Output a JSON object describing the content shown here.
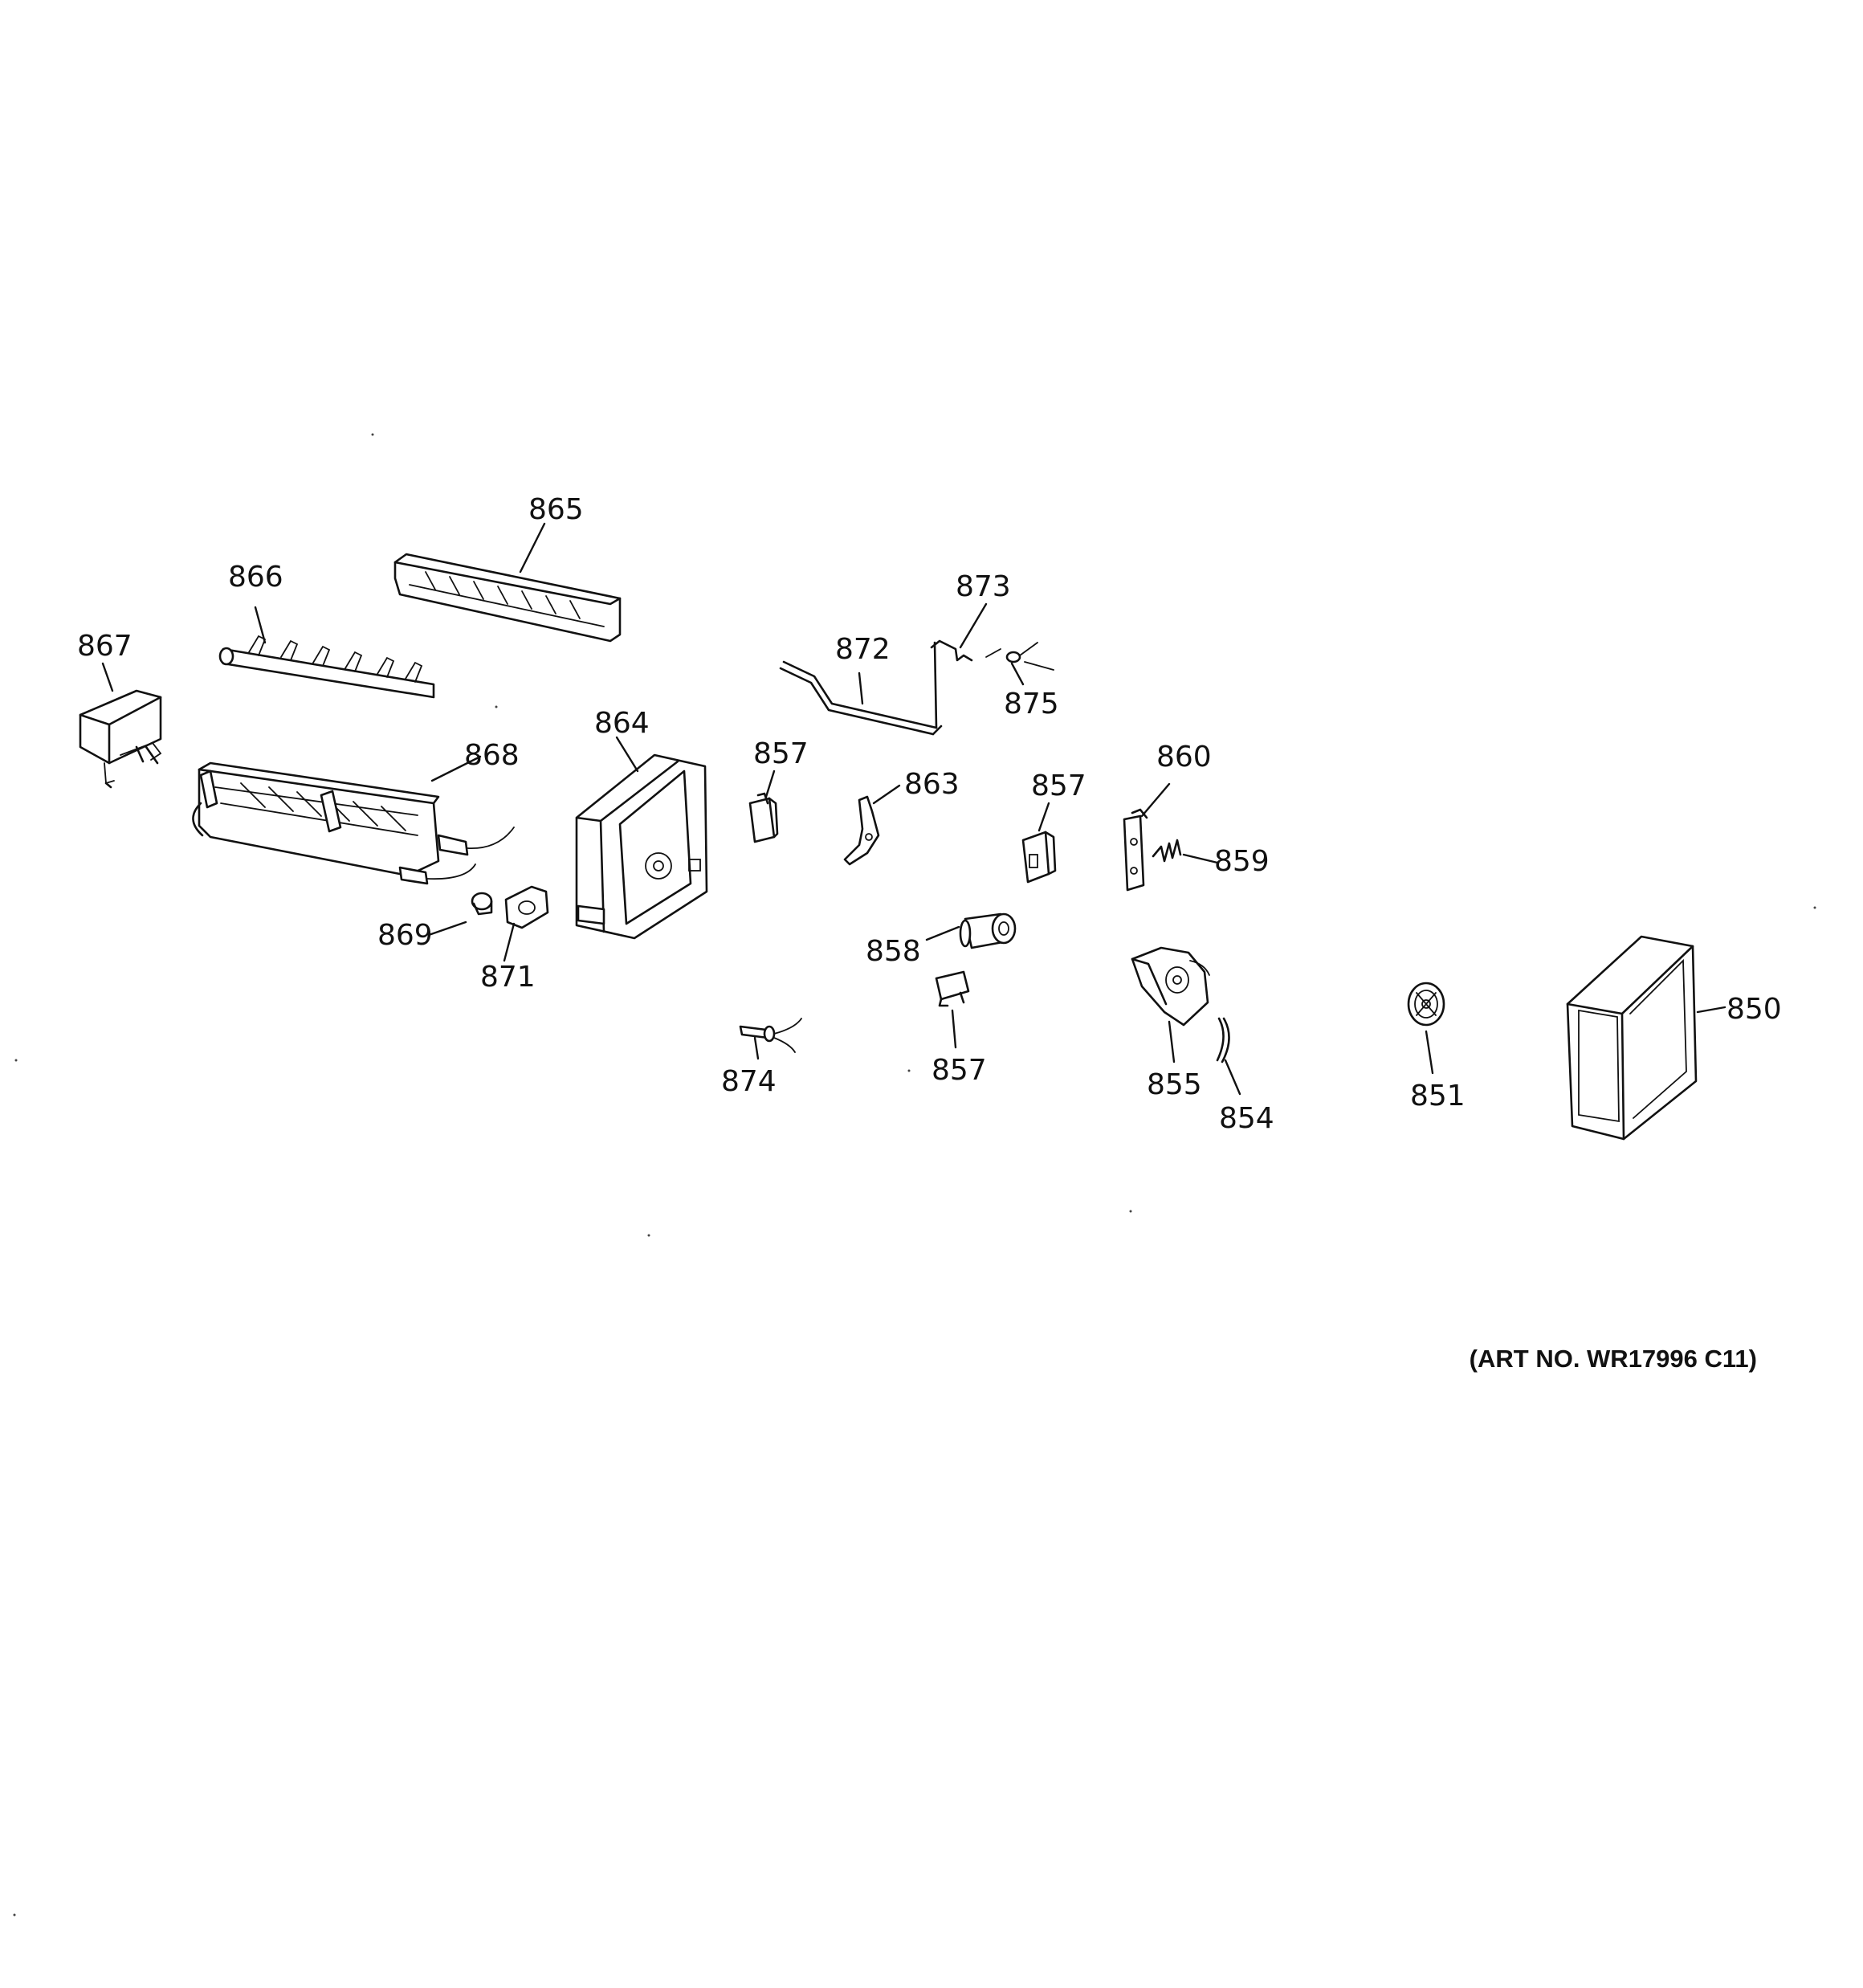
{
  "callouts": {
    "c850": "850",
    "c851": "851",
    "c854": "854",
    "c855": "855",
    "c857a": "857",
    "c857b": "857",
    "c857c": "857",
    "c858": "858",
    "c859": "859",
    "c860": "860",
    "c863": "863",
    "c864": "864",
    "c865": "865",
    "c866": "866",
    "c867": "867",
    "c868": "868",
    "c869": "869",
    "c871": "871",
    "c872": "872",
    "c873": "873",
    "c874": "874",
    "c875": "875"
  },
  "art_number": "(ART NO. WR17996 C11)"
}
